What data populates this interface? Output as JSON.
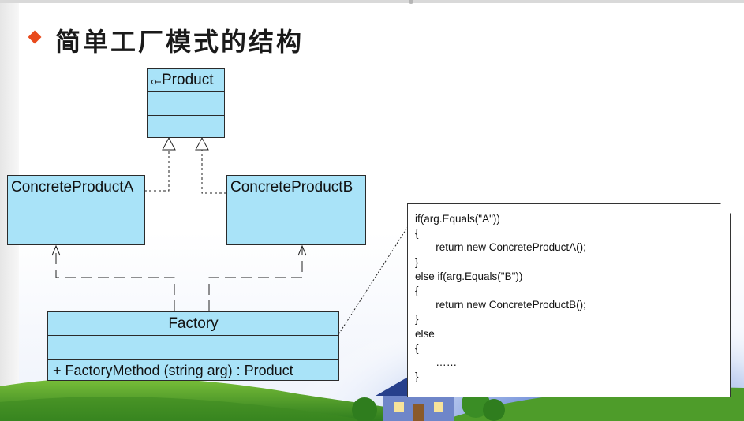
{
  "slide": {
    "title": "简单工厂模式的结构",
    "accent_color": "#e84a1c"
  },
  "diagram": {
    "product": {
      "name": "Product",
      "stereotype_icon": "interface-icon"
    },
    "concrete_a": {
      "name": "ConcreteProductA"
    },
    "concrete_b": {
      "name": "ConcreteProductB"
    },
    "factory": {
      "name": "Factory",
      "method": "+  FactoryMethod (string arg)  : Product"
    },
    "class_fill_color": "#a9e3f8",
    "note": {
      "lines": [
        "if(arg.Equals(\"A\"))",
        "{",
        "       return new ConcreteProductA();",
        "}",
        "else if(arg.Equals(\"B\"))",
        "{",
        "       return new ConcreteProductB();",
        "}",
        "else",
        "{",
        "       ……",
        "}"
      ]
    }
  }
}
